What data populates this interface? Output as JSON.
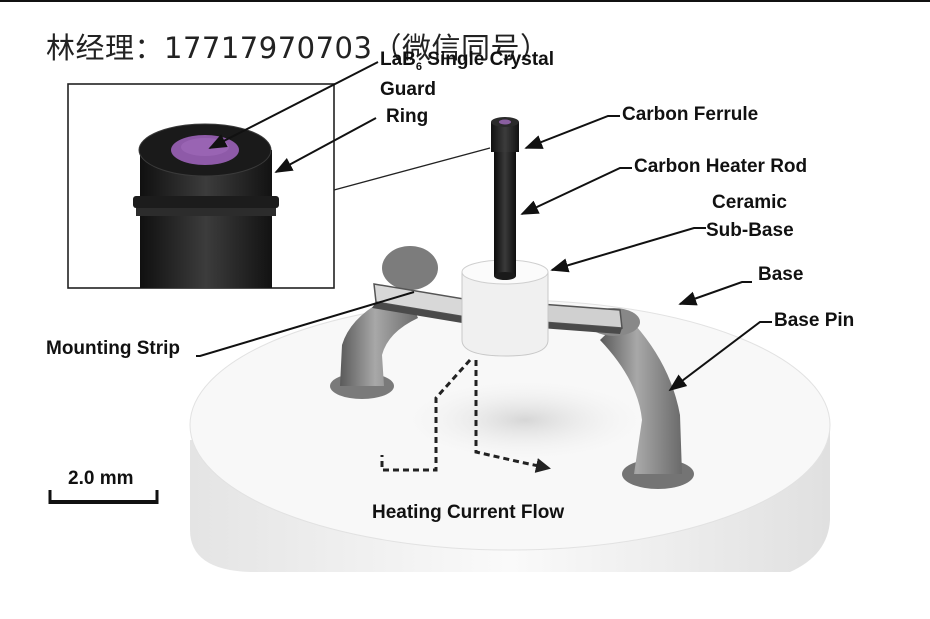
{
  "header": {
    "contact": "林经理：17717970703（微信同号）"
  },
  "labels": {
    "lab6_prefix": "LaB",
    "lab6_sub": "6",
    "lab6_suffix": " Single Crystal",
    "guard": "Guard",
    "ring": "Ring",
    "carbon_ferrule": "Carbon Ferrule",
    "carbon_heater_rod": "Carbon Heater Rod",
    "ceramic": "Ceramic",
    "sub_base": "Sub-Base",
    "base": "Base",
    "base_pin": "Base Pin",
    "mounting_strip": "Mounting Strip",
    "heating_current_flow": "Heating Current Flow",
    "scale_bar": "2.0 mm"
  }
}
